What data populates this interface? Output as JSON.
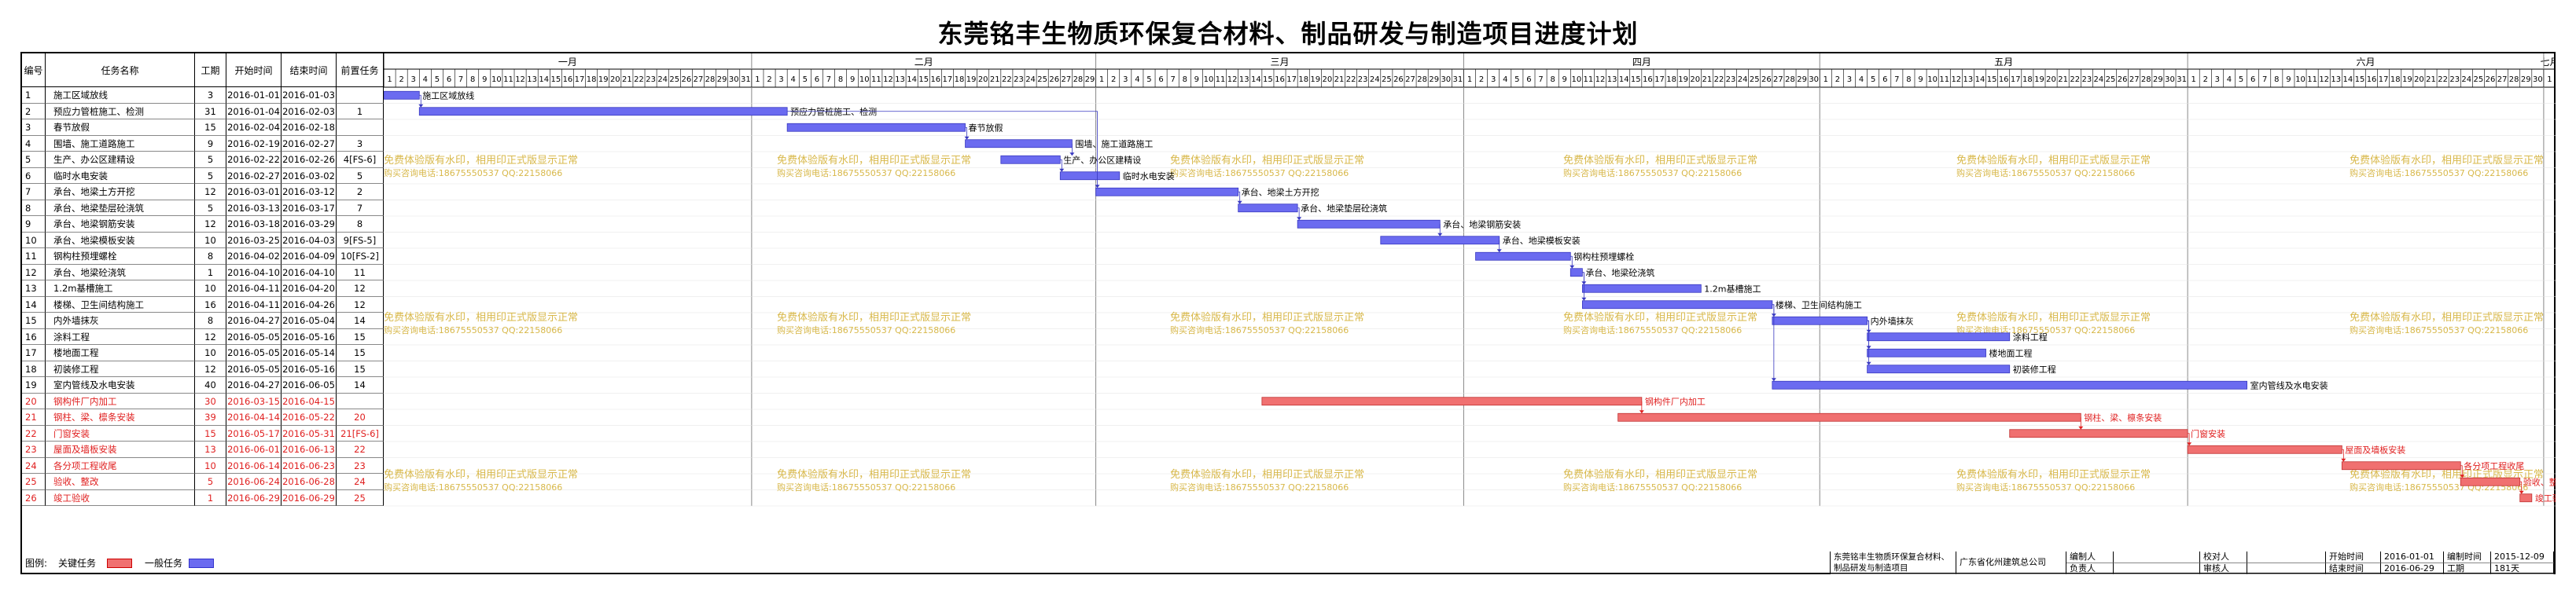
{
  "title": "东莞铭丰生物质环保复合材料、制品研发与制造项目进度计划",
  "columns": {
    "id": "编号",
    "name": "任务名称",
    "dur": "工期",
    "start": "开始时间",
    "end": "结束时间",
    "pred": "前置任务"
  },
  "months": [
    {
      "label": "一月",
      "days": 31
    },
    {
      "label": "二月",
      "days": 29
    },
    {
      "label": "三月",
      "days": 31
    },
    {
      "label": "四月",
      "days": 30
    },
    {
      "label": "五月",
      "days": 31
    },
    {
      "label": "六月",
      "days": 30
    },
    {
      "label": "七月",
      "days": 1
    }
  ],
  "tasks": [
    {
      "id": "1",
      "name": "施工区域放线",
      "dur": "3",
      "start": "2016-01-01",
      "end": "2016-01-03",
      "pred": "",
      "crit": false
    },
    {
      "id": "2",
      "name": "预应力管桩施工、检测",
      "dur": "31",
      "start": "2016-01-04",
      "end": "2016-02-03",
      "pred": "1",
      "crit": false
    },
    {
      "id": "3",
      "name": "春节放假",
      "dur": "15",
      "start": "2016-02-04",
      "end": "2016-02-18",
      "pred": "",
      "crit": false
    },
    {
      "id": "4",
      "name": "围墙、施工道路施工",
      "dur": "9",
      "start": "2016-02-19",
      "end": "2016-02-27",
      "pred": "3",
      "crit": false
    },
    {
      "id": "5",
      "name": "生产、办公区建精设",
      "dur": "5",
      "start": "2016-02-22",
      "end": "2016-02-26",
      "pred": "4[FS-6]",
      "crit": false
    },
    {
      "id": "6",
      "name": "临时水电安装",
      "dur": "5",
      "start": "2016-02-27",
      "end": "2016-03-02",
      "pred": "5",
      "crit": false
    },
    {
      "id": "7",
      "name": "承台、地梁土方开挖",
      "dur": "12",
      "start": "2016-03-01",
      "end": "2016-03-12",
      "pred": "2",
      "crit": false
    },
    {
      "id": "8",
      "name": "承台、地梁垫层砼浇筑",
      "dur": "5",
      "start": "2016-03-13",
      "end": "2016-03-17",
      "pred": "7",
      "crit": false
    },
    {
      "id": "9",
      "name": "承台、地梁钢筋安装",
      "dur": "12",
      "start": "2016-03-18",
      "end": "2016-03-29",
      "pred": "8",
      "crit": false
    },
    {
      "id": "10",
      "name": "承台、地梁模板安装",
      "dur": "10",
      "start": "2016-03-25",
      "end": "2016-04-03",
      "pred": "9[FS-5]",
      "crit": false
    },
    {
      "id": "11",
      "name": "钢构柱预埋螺栓",
      "dur": "8",
      "start": "2016-04-02",
      "end": "2016-04-09",
      "pred": "10[FS-2]",
      "crit": false
    },
    {
      "id": "12",
      "name": "承台、地梁砼浇筑",
      "dur": "1",
      "start": "2016-04-10",
      "end": "2016-04-10",
      "pred": "11",
      "crit": false
    },
    {
      "id": "13",
      "name": "1.2m基槽施工",
      "dur": "10",
      "start": "2016-04-11",
      "end": "2016-04-20",
      "pred": "12",
      "crit": false
    },
    {
      "id": "14",
      "name": "楼梯、卫生间结构施工",
      "dur": "16",
      "start": "2016-04-11",
      "end": "2016-04-26",
      "pred": "12",
      "crit": false
    },
    {
      "id": "15",
      "name": "内外墙抹灰",
      "dur": "8",
      "start": "2016-04-27",
      "end": "2016-05-04",
      "pred": "14",
      "crit": false
    },
    {
      "id": "16",
      "name": "涂料工程",
      "dur": "12",
      "start": "2016-05-05",
      "end": "2016-05-16",
      "pred": "15",
      "crit": false
    },
    {
      "id": "17",
      "name": "楼地面工程",
      "dur": "10",
      "start": "2016-05-05",
      "end": "2016-05-14",
      "pred": "15",
      "crit": false
    },
    {
      "id": "18",
      "name": "初装修工程",
      "dur": "12",
      "start": "2016-05-05",
      "end": "2016-05-16",
      "pred": "15",
      "crit": false
    },
    {
      "id": "19",
      "name": "室内管线及水电安装",
      "dur": "40",
      "start": "2016-04-27",
      "end": "2016-06-05",
      "pred": "14",
      "crit": false
    },
    {
      "id": "20",
      "name": "钢构件厂内加工",
      "dur": "30",
      "start": "2016-03-15",
      "end": "2016-04-15",
      "pred": "",
      "crit": true
    },
    {
      "id": "21",
      "name": "钢柱、梁、檩条安装",
      "dur": "39",
      "start": "2016-04-14",
      "end": "2016-05-22",
      "pred": "20",
      "crit": true
    },
    {
      "id": "22",
      "name": "门窗安装",
      "dur": "15",
      "start": "2016-05-17",
      "end": "2016-05-31",
      "pred": "21[FS-6]",
      "crit": true
    },
    {
      "id": "23",
      "name": "屋面及墙板安装",
      "dur": "13",
      "start": "2016-06-01",
      "end": "2016-06-13",
      "pred": "22",
      "crit": true
    },
    {
      "id": "24",
      "name": "各分项工程收尾",
      "dur": "10",
      "start": "2016-06-14",
      "end": "2016-06-23",
      "pred": "23",
      "crit": true
    },
    {
      "id": "25",
      "name": "验收、整改",
      "dur": "5",
      "start": "2016-06-24",
      "end": "2016-06-28",
      "pred": "24",
      "crit": true
    },
    {
      "id": "26",
      "name": "竣工验收",
      "dur": "1",
      "start": "2016-06-29",
      "end": "2016-06-29",
      "pred": "25",
      "crit": true
    }
  ],
  "watermark": {
    "line1": "免费体验版有水印，相用印正式版显示正常",
    "line2": "购买咨询电话:18675550537 QQ:22158066"
  },
  "legend": {
    "label": "图例:",
    "critical": "关键任务",
    "normal": "一般任务"
  },
  "colors": {
    "normal": "#6b6bf0",
    "critical": "#f07070",
    "criticalText": "#e02020",
    "watermark": "#d8b84a"
  },
  "info": {
    "project": "东莞铭丰生物质环保复合材料、制品研发与制造项目",
    "company": "广东省化州建筑总公司",
    "compiler_label": "编制人",
    "owner_label": "负责人",
    "checker_label": "校对人",
    "reviewer_label": "审核人",
    "start_label": "开始时间",
    "start_value": "2016-01-01",
    "end_label": "结束时间",
    "end_value": "2016-06-29",
    "made_label": "编制时间",
    "made_value": "2015-12-09",
    "dur_label": "工期",
    "dur_value": "181天"
  }
}
